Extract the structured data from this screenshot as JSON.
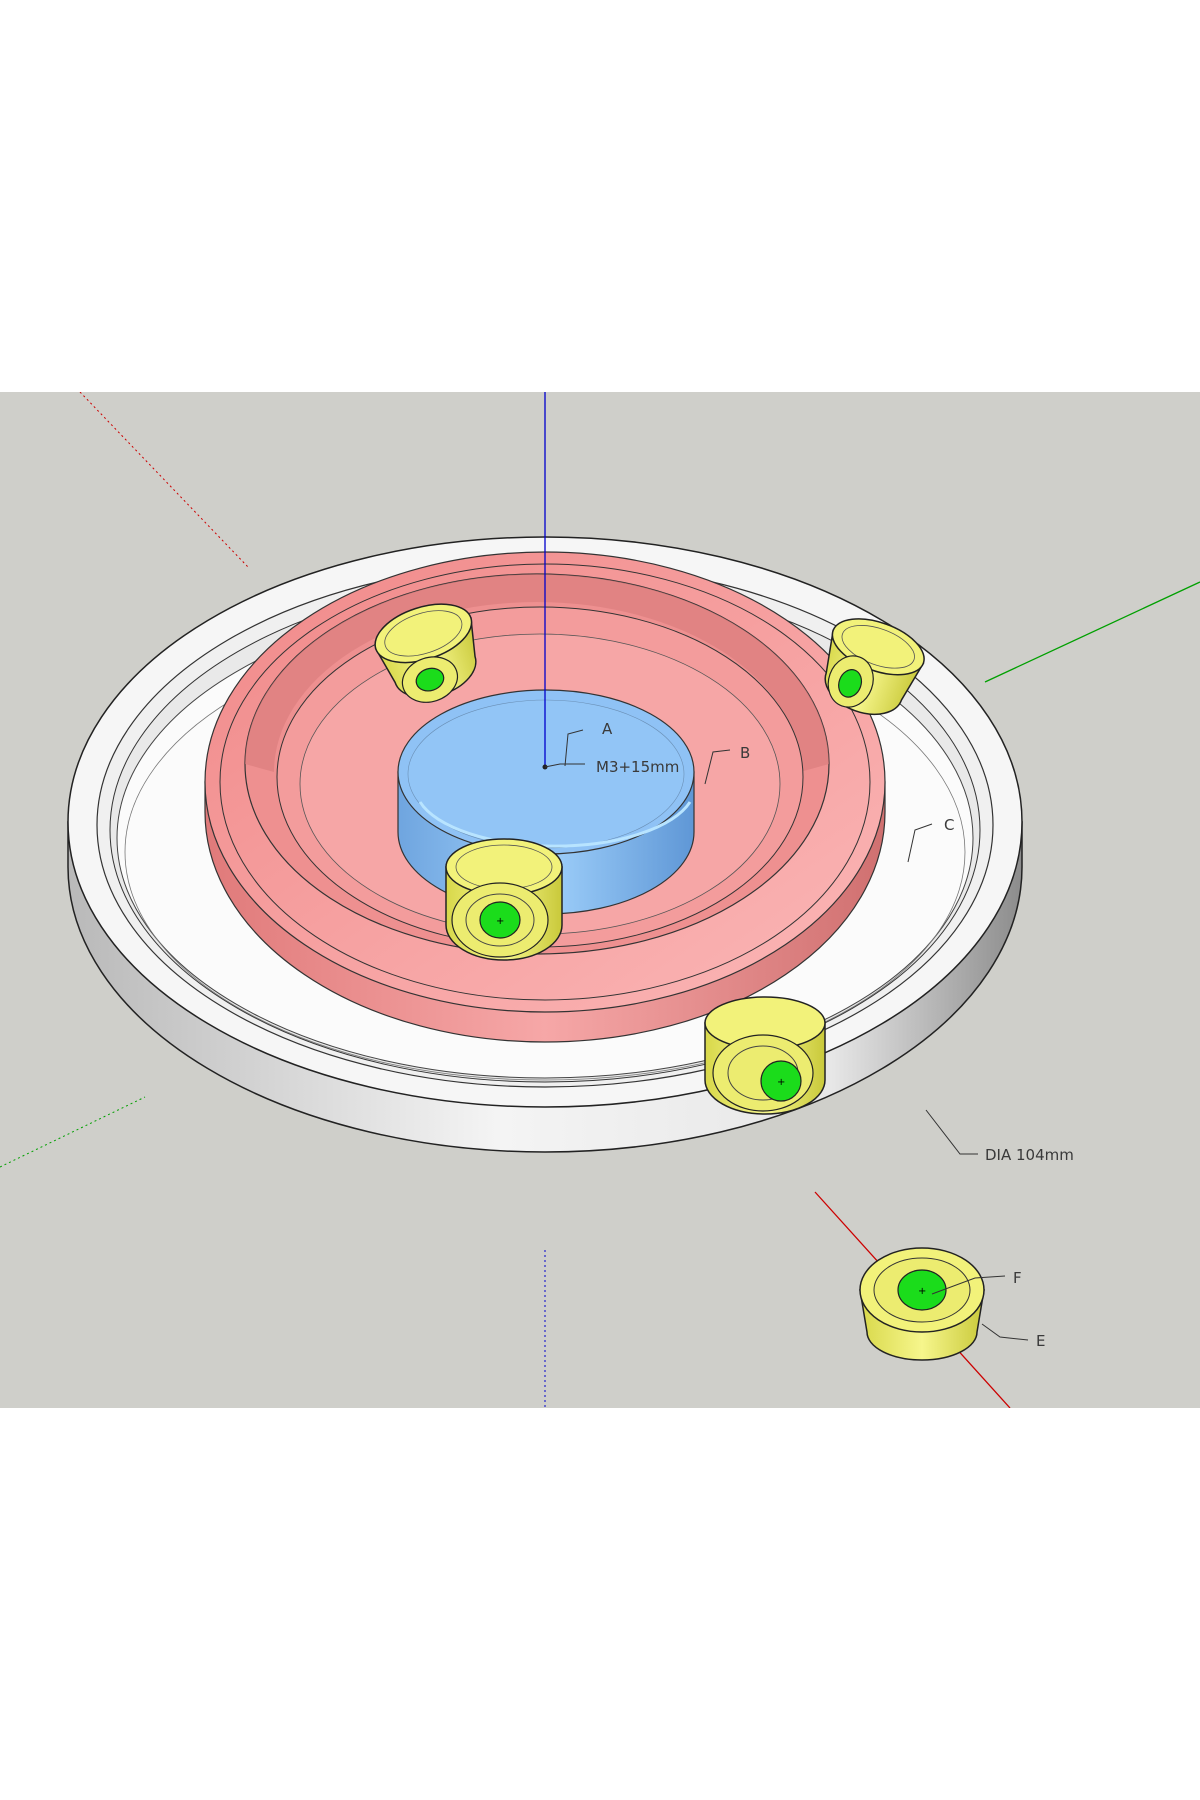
{
  "labels": {
    "a": "A",
    "screw": "M3+15mm",
    "b": "B",
    "c": "C",
    "diameter": "DIA 104mm",
    "f": "F",
    "e": "E"
  },
  "colors": {
    "background_page": "#ffffff",
    "viewport": "#cfcfca",
    "outer_ring": "#f2f2f2",
    "middle_ring": "#f49a9a",
    "center_disc": "#8fc2f5",
    "roller": "#ecec70",
    "roller_hub": "#1bdc1b",
    "axis_blue": "#0000cc",
    "axis_green": "#00a000",
    "axis_red": "#cc0000"
  }
}
